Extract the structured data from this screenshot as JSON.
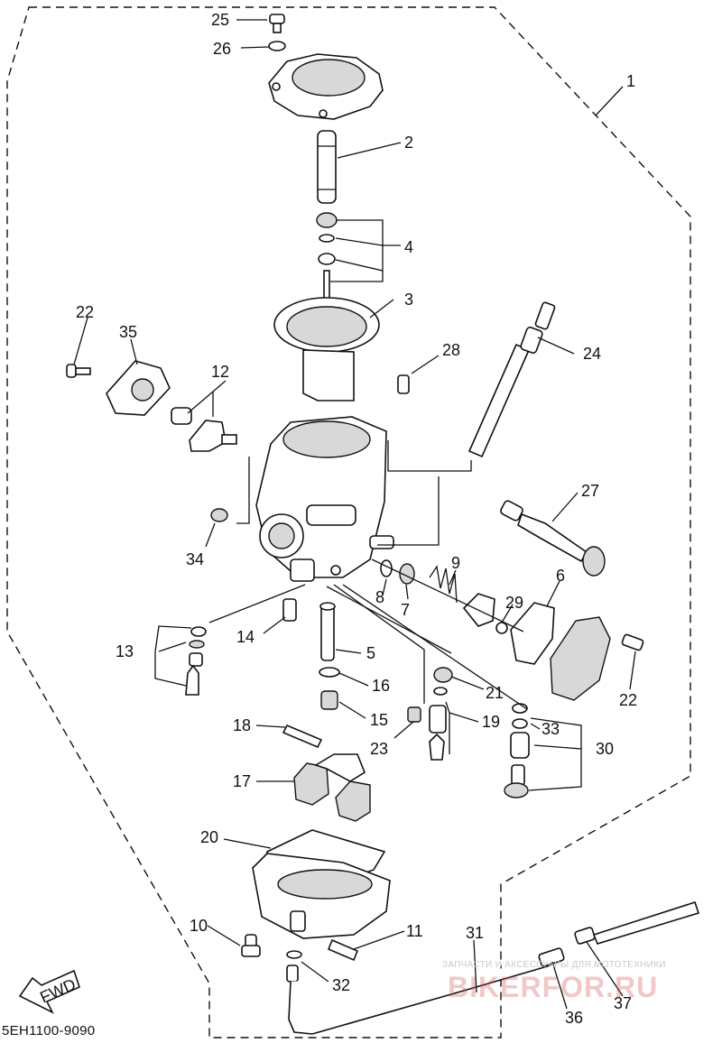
{
  "diagram": {
    "callouts": {
      "c1": "1",
      "c2": "2",
      "c3": "3",
      "c4": "4",
      "c5": "5",
      "c6": "6",
      "c7": "7",
      "c8": "8",
      "c9": "9",
      "c10": "10",
      "c11": "11",
      "c12": "12",
      "c13": "13",
      "c14": "14",
      "c15": "15",
      "c16": "16",
      "c17": "17",
      "c18": "18",
      "c19": "19",
      "c20": "20",
      "c21": "21",
      "c22a": "22",
      "c22b": "22",
      "c23": "23",
      "c24": "24",
      "c25": "25",
      "c26": "26",
      "c27": "27",
      "c28": "28",
      "c29": "29",
      "c30": "30",
      "c31": "31",
      "c32": "32",
      "c33": "33",
      "c34": "34",
      "c35": "35",
      "c36": "36",
      "c37": "37"
    },
    "direction_label": "FWD",
    "diagram_code": "5EH1100-9090"
  },
  "watermark": {
    "caption": "ЗАПЧАСТИ И АКСЕССУАРЫ ДЛЯ МОТОТЕХНИКИ",
    "brand": "BIKERFOR.RU"
  },
  "colors": {
    "ink": "#111111",
    "background": "#ffffff",
    "watermark": "#d25050"
  }
}
